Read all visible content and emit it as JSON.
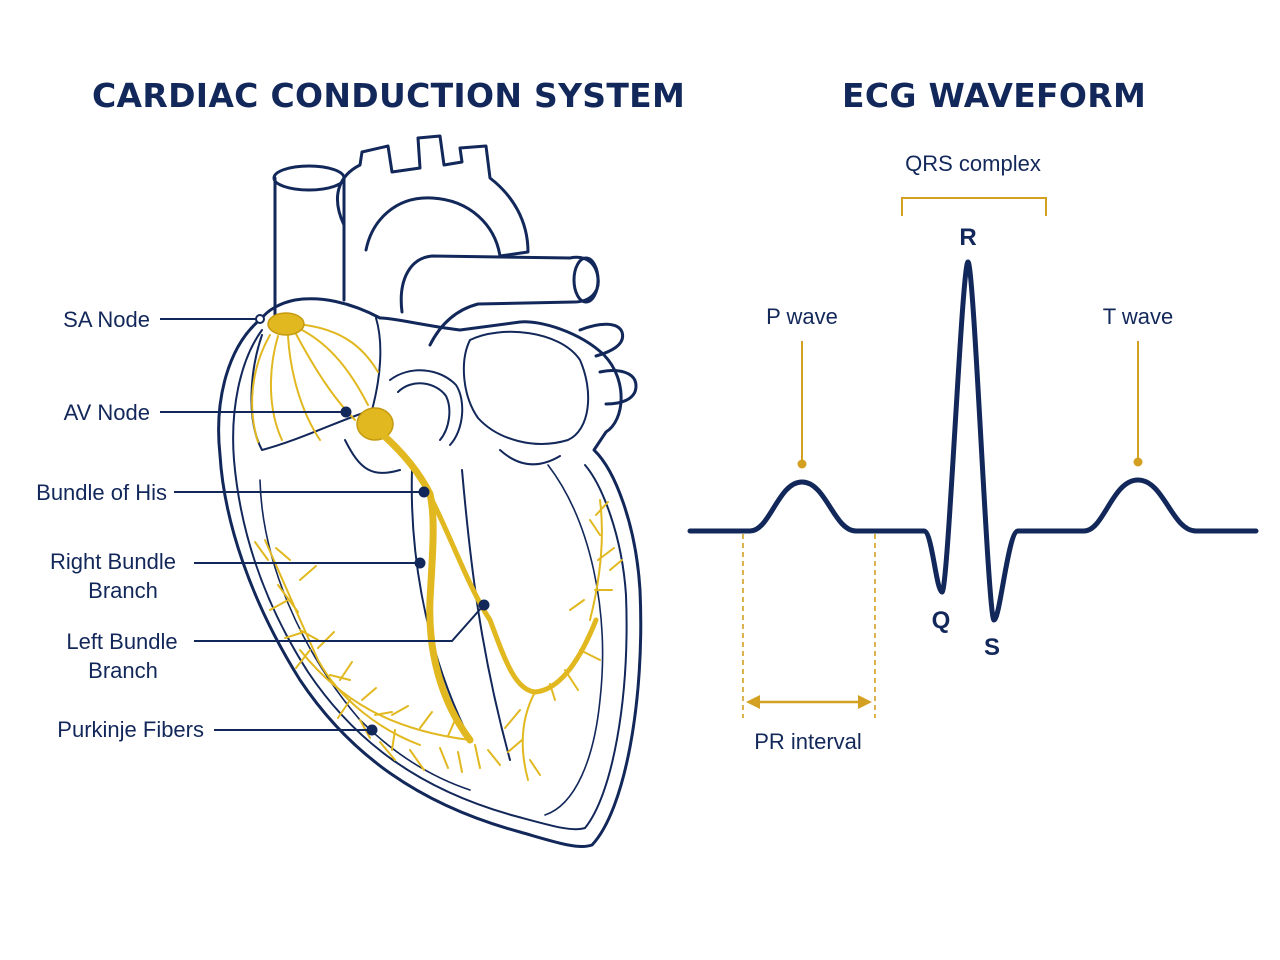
{
  "heart_title": "CARDIAC CONDUCTION SYSTEM",
  "ecg_title": "ECG WAVEFORM",
  "heart_labels": {
    "sa_node": "SA Node",
    "av_node": "AV Node",
    "bundle_of_his": "Bundle of His",
    "right_bundle_line1": "Right Bundle",
    "right_bundle_line2": "Branch",
    "left_bundle_line1": "Left Bundle",
    "left_bundle_line2": "Branch",
    "purkinje": "Purkinje Fibers"
  },
  "ecg_labels": {
    "qrs_complex": "QRS complex",
    "p_wave": "P wave",
    "t_wave": "T wave",
    "r": "R",
    "q": "Q",
    "s": "S",
    "pr_interval": "PR interval"
  },
  "colors": {
    "navy": "#13285a",
    "conduction_gold": "#e1b81f",
    "annotation_amber": "#d4a021"
  }
}
